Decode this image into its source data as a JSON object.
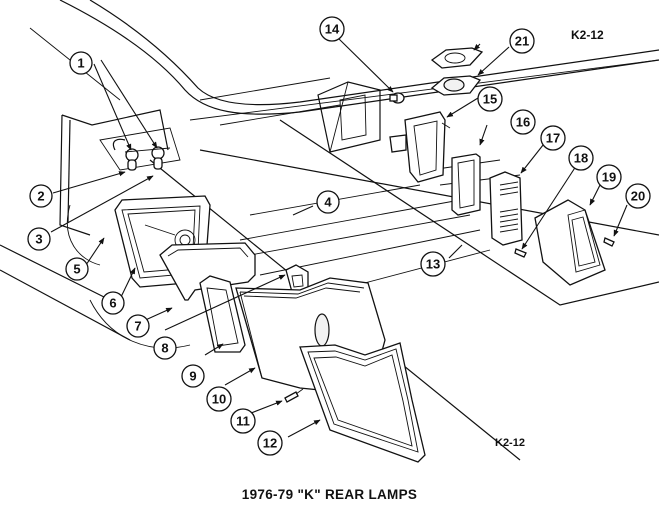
{
  "figure": {
    "code_top": "K2-12",
    "code_bottom": "K2-12",
    "caption": "1976-79 \"K\" REAR LAMPS"
  },
  "callouts": [
    {
      "id": "1",
      "label": "1"
    },
    {
      "id": "2",
      "label": "2"
    },
    {
      "id": "3",
      "label": "3"
    },
    {
      "id": "4",
      "label": "4"
    },
    {
      "id": "5",
      "label": "5"
    },
    {
      "id": "6",
      "label": "6"
    },
    {
      "id": "7",
      "label": "7"
    },
    {
      "id": "8",
      "label": "8"
    },
    {
      "id": "9",
      "label": "9"
    },
    {
      "id": "10",
      "label": "10"
    },
    {
      "id": "11",
      "label": "11"
    },
    {
      "id": "12",
      "label": "12"
    },
    {
      "id": "13",
      "label": "13"
    },
    {
      "id": "14",
      "label": "14"
    },
    {
      "id": "15",
      "label": "15"
    },
    {
      "id": "16",
      "label": "16"
    },
    {
      "id": "17",
      "label": "17"
    },
    {
      "id": "18",
      "label": "18"
    },
    {
      "id": "19",
      "label": "19"
    },
    {
      "id": "20",
      "label": "20"
    },
    {
      "id": "21",
      "label": "21"
    }
  ],
  "colors": {
    "ink": "#111111",
    "paper": "#ffffff"
  }
}
